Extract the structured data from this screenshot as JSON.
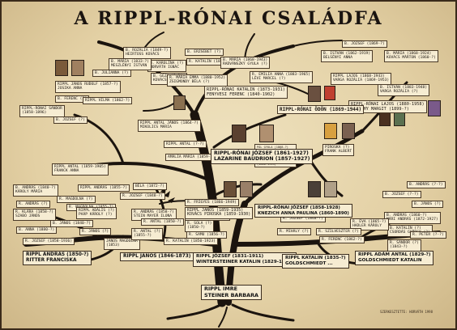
{
  "title": "A RIPPL-RÓNAI CSALÁDFA",
  "labels": {
    "l1": [
      "B. ROZÁLIA (1849-?)",
      "HEIRTOSS KOVÁCS"
    ],
    "l2": [
      "B. ERZSÉBET (?)"
    ],
    "l3": [
      "B. KAROLINA (?)",
      "HORVÁTH IGNÁC"
    ],
    "l4": [
      "B. MÁRIA (1833-?)",
      "MESZLÉNYI ISTVÁN"
    ],
    "l5": [
      "B. JULIANNA (?)"
    ],
    "l6": [
      "B. FERENC (?)"
    ],
    "l7": [
      "RIPPL JÁNOS RUDOLF (1857-?)",
      "JOSIKA ANNA"
    ],
    "l8": [
      "RIPPL VILMA (1862-?)"
    ],
    "l9": [
      "RIPPL-RÓNAI SÁNDOR",
      "(1858-1896)"
    ],
    "l10": [
      "B. JÓZSEF (?)"
    ],
    "l11": [
      "R. KATALIN (1850-1888)"
    ],
    "l12": [
      "B. MÁRIA (1868-1943)",
      "RADVÁNSZKY GYULA (?)"
    ],
    "l13": [
      "B. GÉZA (?-?)",
      "KOVÁCS SZINTIA"
    ],
    "l14": [
      "R. MÁRIA EMMA (1880-1952)",
      "ZSIGMONDY BÉLA (?)"
    ],
    "l15": [
      "R. EMILIA ANNA (1883-1965)",
      "LÉVI MARCEL (?)"
    ],
    "l16": [
      "RIPPL-RÓNAI KATALIN (1873-1931)",
      "FENYVESI FERENC (1840-1902)"
    ],
    "l17": [
      "RIPPL ANTAL JÁNOS (1864-?)",
      "MIKOLICS MÁRIA"
    ],
    "l18": [
      "RIPPL ANTAL (?-?)"
    ],
    "l19": [
      "RIPPL LAJOS (1868-1943)",
      "VARGA ROZÁLIA (1869-1953)"
    ],
    "l20": [
      "B. ISTVÁN (1862-1919)",
      "BELSÉNYI ANNA"
    ],
    "l21": [
      "B. MÁRIA (1868-1924)",
      "KOVÁCS MÁRTON (1860-?)"
    ],
    "l22": [
      "B. JÓZSEF (1869-?)"
    ],
    "l23": [
      "B. ISTVÁN (1883-1948)",
      "VARGA ROZÁLIA (?)"
    ],
    "l24": [
      "RIPPL-RÓNAI LAJOS (1880-1958)",
      "PLATTHY MARGIT (1899-?)"
    ],
    "l25": [
      "RIPPL-RÓNAI ÖDÖN (1869-1944)"
    ],
    "l26": [
      "AMÁLIA MÁRIA (1859-?)"
    ],
    "l27": [
      "RIPPL ANTAL (1859-1905)",
      "FRANCK ANNA"
    ],
    "l28": [
      "PIROSKA (?)",
      "FRANK ALBERT"
    ],
    "l29": [
      "B. JÓZSEF (?-?)"
    ],
    "l30": [
      "B. ANDRÁS (?-?)"
    ],
    "l31": [
      "B. ANDRÁS (1860-?)",
      "MÁRI ANDRÁS (1872-1927)"
    ],
    "l32": [
      "B. KATALIN (?)",
      "CSORDÁS GYÖRGY (?)"
    ],
    "l33": [
      "B. JÁNOS (?)"
    ],
    "l34": [
      "B. ANDRÁS (1840-?)",
      "KÁROLY MÁRIA"
    ],
    "l35": [
      "R. MAGDOLNA (?)"
    ],
    "l36": [
      "R. ANDRÁS (?)"
    ],
    "l37": [
      "R. KLÁRA (1858-?)",
      "SZABÓ JÁNOS"
    ],
    "l38": [
      "R. MAGDOLNA (1855-?)"
    ],
    "l39": [
      "RIPPL ANDRÁS (1855-?)"
    ],
    "l40": [
      "B. ANNA (1880-?)"
    ],
    "l41": [
      "R. JÓZSEF (1858-1936)"
    ],
    "l42": [
      "B. JÁNOS (1840-?)"
    ],
    "l43": [
      "RIPPL ADÁLIS (?)",
      "PAÁP KÁROLY (?)"
    ],
    "l44": [
      "R. ANDRÁS (1858-?)",
      "STEIN MAYER ILONA"
    ],
    "l45": [
      "R. JÓZSEF (1848-?)"
    ],
    "l46": [
      "JÁNOS MAGDOLNA",
      "(1853)"
    ],
    "l47": [
      "BÉLA (1872-?)"
    ],
    "l48": [
      "R. ANTAL (?)",
      "(1855-?)"
    ],
    "l49": [
      "R. JÓZSEF (1847-?)"
    ],
    "l50": [
      "R. FRIGYES (1866-1949)"
    ],
    "l51": [
      "RIPPL JÁNOS (1859-1935)",
      "KOVÁCS PIROSKA (1859-1930)"
    ],
    "l52": [
      "R. JÓZSEF (1848-?)"
    ],
    "l53": [
      "R. ÉVA (1865-?)",
      "HADLER KÁROLY"
    ],
    "l54": [
      "R. SZILVESZTER (?)"
    ],
    "l55": [
      "R. FERENC (1862-?)"
    ],
    "l56": [
      "R. PETER (?-?)"
    ],
    "l57": [
      "R. SÁNDOR (?)",
      "(1843-?)"
    ],
    "l58": [
      "R. SOLA (?)",
      "(1850-?)"
    ],
    "l59": [
      "R. SAMU (1856-?)"
    ],
    "l60": [
      "R. MIHÁLY (?)"
    ],
    "l61": [
      "R. KATALIN (1850-1923)"
    ],
    "l62": [
      "R. ANTAL (1850-?)"
    ],
    "l63": [
      "R. JÁNOS (?)"
    ]
  },
  "notes": {
    "n1": [
      "PÁL GYULA (1868-?)",
      "LELKÉSZ, KÖLTŐ",
      "R. EMILIA ANNA",
      "FERJE, ÍRÓ",
      "SZERKESZTŐ",
      "(1860-1913)"
    ]
  },
  "main": {
    "m1": [
      "RIPPL-RÓNAI JÓZSEF (1861-1927)",
      "LAZARINE BAUDRION (1857-1927)"
    ],
    "m2": [
      "RIPPL-RÓNAI JÓZSEF (1858-1928)",
      "KNEZICH ANNA PAULINA (1860-1890)"
    ],
    "m3": [
      "RIPPL JÓZSEF (1831-1911)",
      "WINTERSTEINER KATALIN (1829-1911)"
    ],
    "m4": [
      "RIPPL KATALIN (1835-?)",
      "GOLDSCHMIEDT ..."
    ],
    "m5": [
      "RIPPL ADÁM ANTAL (1829-?)",
      "GOLDSCHMIEDT KATALIN"
    ],
    "m6": [
      "RIPPL ANDRÁS (1850-?)",
      "RITTER FRANCISKA"
    ],
    "m7": [
      "RIPPL JÁNOS (1846-1873)"
    ],
    "m8": [
      "RIPPL IMRE",
      "STEINER BARBARA"
    ]
  },
  "signature": "SZERKESZTETTE:  HORVÁTH  1998"
}
